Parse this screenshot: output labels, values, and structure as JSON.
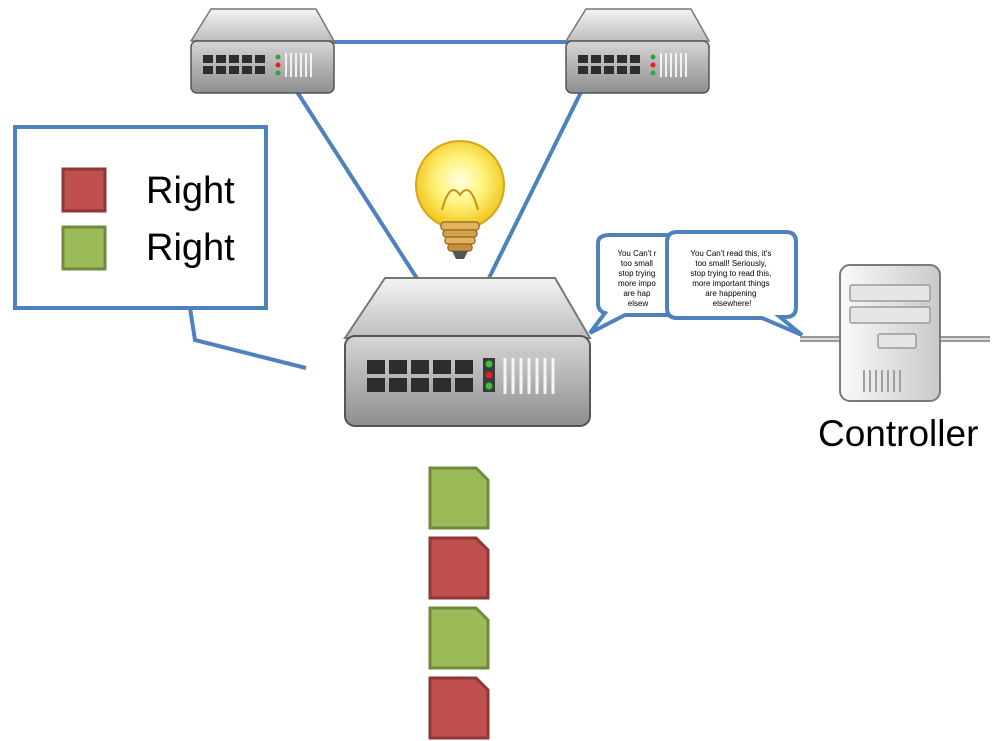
{
  "legend": {
    "items": [
      {
        "label": "Right",
        "color": "#c0504d",
        "border": "#8c3836"
      },
      {
        "label": "Right",
        "color": "#9bbb59",
        "border": "#71893f"
      }
    ]
  },
  "controller": {
    "label": "Controller"
  },
  "bubbles": {
    "back": {
      "lines": [
        "You Can't r",
        "too small",
        "stop trying",
        "more impo",
        "are hap",
        "elsew"
      ]
    },
    "front": {
      "lines": [
        "You Can't read this, it's",
        "too small!  Seriously,",
        "stop trying to read this,",
        "more important things",
        "are happening",
        "elsewhere!"
      ]
    }
  },
  "queue": {
    "packets": [
      {
        "color": "#9bbb59",
        "border": "#71893f"
      },
      {
        "color": "#c0504d",
        "border": "#8c3836"
      },
      {
        "color": "#9bbb59",
        "border": "#71893f"
      },
      {
        "color": "#c0504d",
        "border": "#8c3836"
      }
    ]
  },
  "colors": {
    "link": "#4f81bd",
    "callout_border": "#4f81bd"
  },
  "icons": [
    "network-switch-icon",
    "lightbulb-icon",
    "server-icon"
  ]
}
